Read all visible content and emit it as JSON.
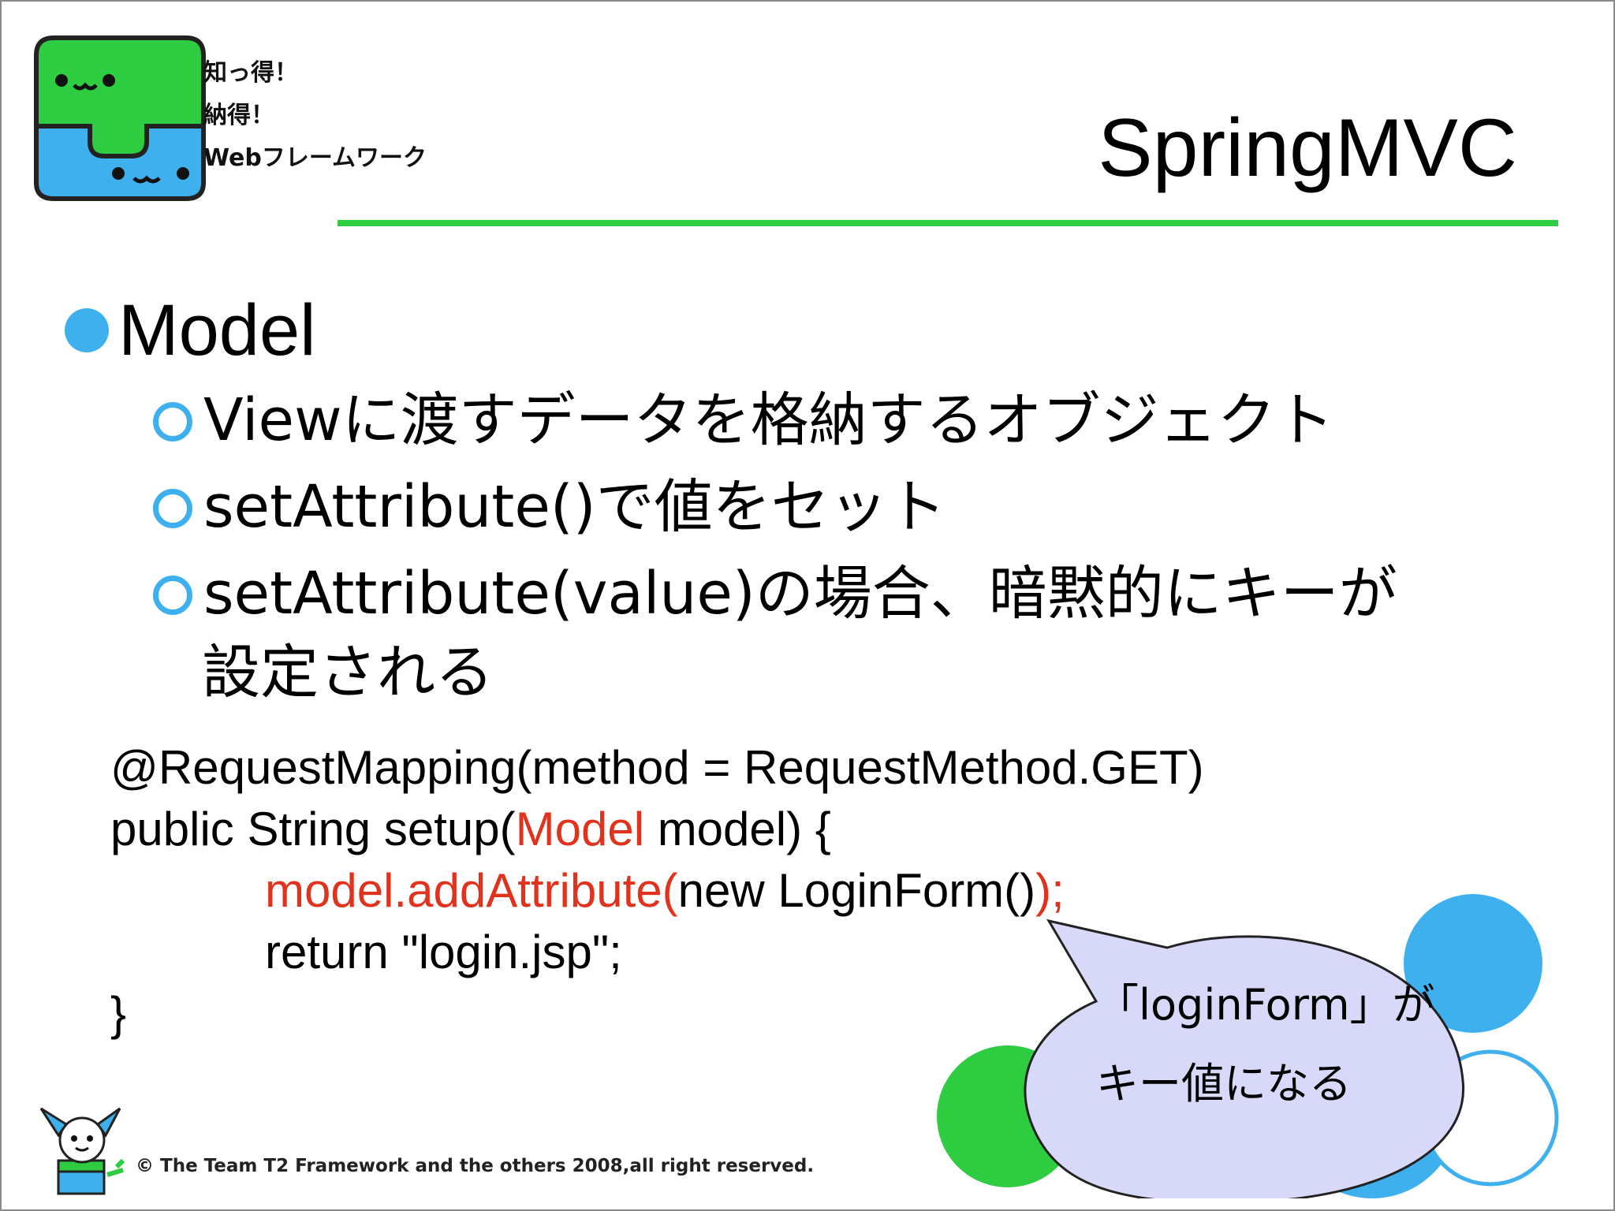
{
  "logo": {
    "line1": "知っ得！",
    "line2": "納得！",
    "line3": "Webフレームワーク"
  },
  "title": "SpringMVC",
  "main_bullet": "Model",
  "sub_bullets": [
    "Viewに渡すデータを格納するオブジェクト",
    "setAttribute()で値をセット",
    "setAttribute(value)の場合、暗黙的にキーが"
  ],
  "sub_bullet_continuation": "設定される",
  "code": {
    "line1": "@RequestMapping(method = RequestMethod.GET)",
    "line2_pre": "public String setup(",
    "line2_red": "Model",
    "line2_post": " model) {",
    "line3_red1": "model.addAttribute(",
    "line3_mid": "new LoginForm()",
    "line3_red2": ");",
    "line4": "return \"login.jsp\";",
    "line5": "}"
  },
  "callout": {
    "line1": "「loginForm」が",
    "line2": "キー値になる"
  },
  "footer": "© The Team T2 Framework and the others 2008,all right reserved.",
  "colors": {
    "accent_green": "#2ecc40",
    "accent_blue": "#3fb0ee",
    "code_highlight": "#e0321d",
    "callout_fill": "#d8d8f8"
  }
}
